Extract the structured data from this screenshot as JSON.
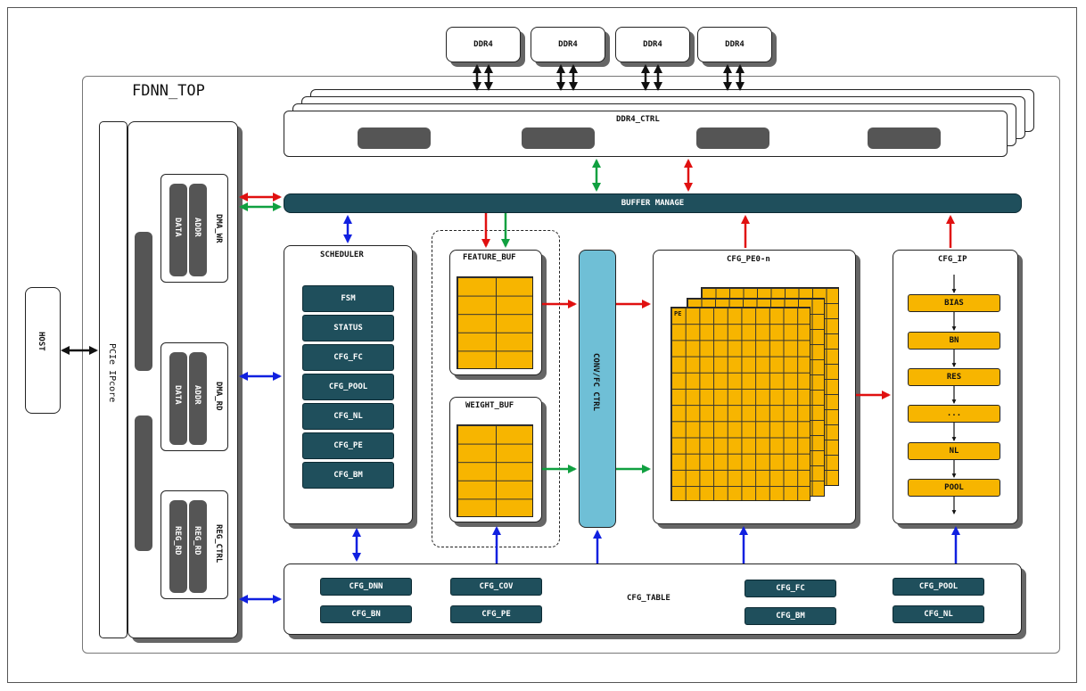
{
  "top_title": "FDNN_TOP",
  "host": "HOST",
  "pcie": "PCIe IPcore",
  "ddr": [
    "DDR4",
    "DDR4",
    "DDR4",
    "DDR4"
  ],
  "ddr_ctrl": "DDR4_CTRL",
  "buffer_manage": "BUFFER MANAGE",
  "dma_wr": {
    "label": "DMA_WR",
    "data": "DATA",
    "addr": "ADDR"
  },
  "dma_rd": {
    "label": "DMA_RD",
    "data": "DATA",
    "addr": "ADDR"
  },
  "reg_ctrl": {
    "label": "REG_CTRL",
    "reg_rd1": "REG_RD",
    "reg_rd2": "REG_RD"
  },
  "scheduler": {
    "title": "SCHEDULER",
    "items": [
      "FSM",
      "STATUS",
      "CFG_FC",
      "CFG_POOL",
      "CFG_NL",
      "CFG_PE",
      "CFG_BM"
    ]
  },
  "feature_buf": "FEATURE_BUF",
  "weight_buf": "WEIGHT_BUF",
  "conv_ctrl": "CONV/FC CTRL",
  "cfg_pe": "CFG_PE0-n",
  "pe_cell": "PE",
  "cfg_ip": {
    "title": "CFG_IP",
    "items": [
      "BIAS",
      "BN",
      "RES",
      "...",
      "NL",
      "POOL"
    ]
  },
  "cfg_table": {
    "title": "CFG_TABLE",
    "items": [
      "CFG_DNN",
      "CFG_BN",
      "CFG_COV",
      "CFG_PE",
      "CFG_FC",
      "CFG_BM",
      "CFG_POOL",
      "CFG_NL"
    ]
  },
  "colors": {
    "dark_teal": "#1f4f5c",
    "orange": "#f7b500",
    "light_blue": "#6fbfd6",
    "red_arrow": "#e01010",
    "green_arrow": "#10a040",
    "blue_arrow": "#1020e0"
  }
}
